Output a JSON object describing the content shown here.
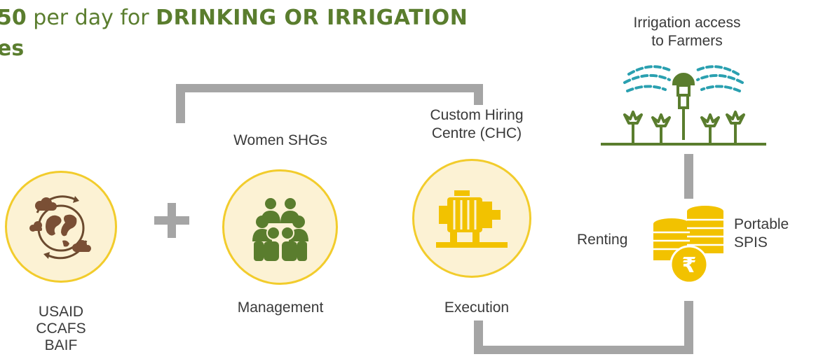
{
  "headline": {
    "line1_number": "50",
    "line1_mid": " per day for ",
    "line1_emphasis": "DRINKING OR IRRIGATION",
    "line2": "es"
  },
  "nodes": {
    "partners": {
      "lines": [
        "USAID",
        "CCAFS",
        "BAIF"
      ],
      "icon": "globe-clouds-icon"
    },
    "women_shg": {
      "top_label": "Women SHGs",
      "bottom_label": "Management",
      "icon": "people-group-icon"
    },
    "chc": {
      "top_label_lines": [
        "Custom Hiring",
        "Centre (CHC)"
      ],
      "bottom_label": "Execution",
      "icon": "pump-motor-icon"
    },
    "irrigation": {
      "label_lines": [
        "Irrigation access",
        "to Farmers"
      ],
      "icon": "sprinkler-crops-icon"
    },
    "spis": {
      "left_label": "Renting",
      "right_label_lines": [
        "Portable",
        "SPIS"
      ],
      "icon": "rupee-coins-icon"
    }
  },
  "plus_symbol": "+",
  "coin_symbol": "₹",
  "colors": {
    "headline": "#5a7d2e",
    "icon_green": "#5a7d2e",
    "circle_fill": "#fcf2d4",
    "circle_border": "#f2cc2c",
    "gold": "#f2c200",
    "connector": "#a5a5a5",
    "sprinkler_blue": "#2aa0b0"
  }
}
